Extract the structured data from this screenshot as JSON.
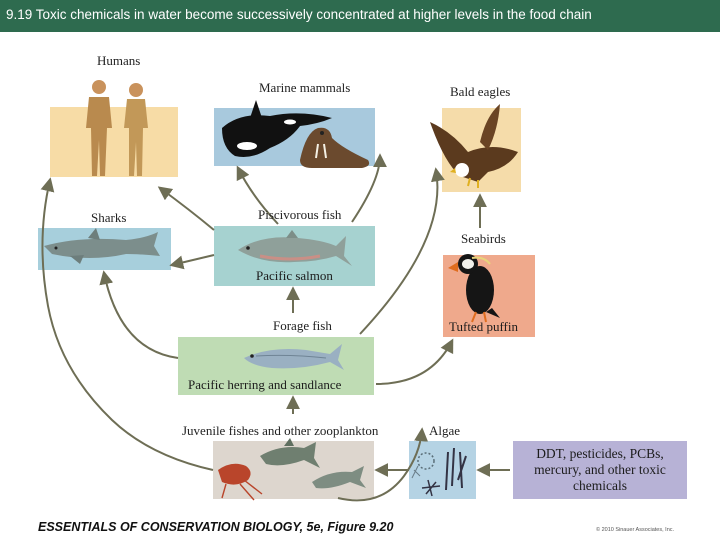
{
  "title": "9.19 Toxic chemicals in water become successively concentrated at higher levels in the food chain",
  "nodes": {
    "humans": "Humans",
    "marine_mammals": "Marine mammals",
    "bald_eagles": "Bald eagles",
    "sharks": "Sharks",
    "piscivorous_fish": "Piscivorous fish",
    "pacific_salmon": "Pacific salmon",
    "seabirds": "Seabirds",
    "tufted_puffin": "Tufted puffin",
    "forage_fish": "Forage fish",
    "herring": "Pacific herring and sandlance",
    "zooplankton": "Juvenile fishes and other zooplankton",
    "algae": "Algae",
    "toxic": "DDT, pesticides, PCBs, mercury, and other toxic chemicals"
  },
  "footer": {
    "book": "ESSENTIALS OF CONSERVATION BIOLOGY, 5e, Figure 9.20",
    "copyright": "© 2010 Sinauer Associates, Inc."
  },
  "colors": {
    "title_bar": "#2e6b4f",
    "human_box": "#f7dca6",
    "mammal_box": "#a8c9dd",
    "eagle_box": "#f5dcaa",
    "shark_box": "#a7cfdc",
    "salmon_box": "#a6d2d0",
    "puffin_box": "#efa98c",
    "herring_box": "#bfdcb4",
    "zooplankton_box": "#ddd6ce",
    "algae_box": "#b5d3e4",
    "toxic_box": "#b7b2d6",
    "arrow": "#6e6e55"
  }
}
